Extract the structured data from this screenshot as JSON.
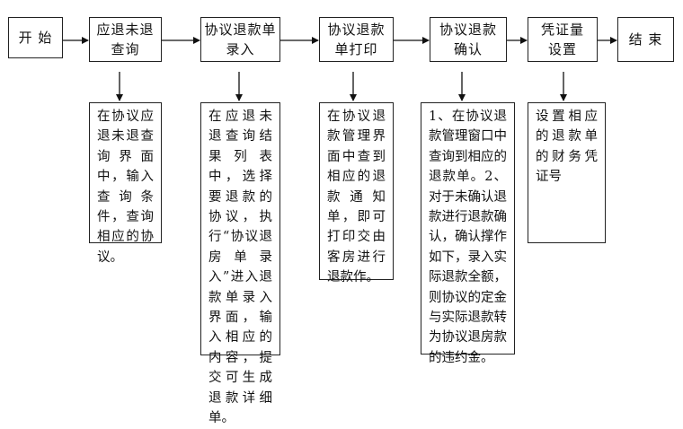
{
  "steps": [
    {
      "id": "start",
      "label": "开 始"
    },
    {
      "id": "query",
      "label": "应退未退\n查询"
    },
    {
      "id": "entry",
      "label": "协议退款单\n录入"
    },
    {
      "id": "print",
      "label": "协议退款\n单打印"
    },
    {
      "id": "confirm",
      "label": "协议退款\n确认"
    },
    {
      "id": "voucher",
      "label": "凭证量\n设置"
    },
    {
      "id": "end",
      "label": "结 束"
    }
  ],
  "details": {
    "query": "在协议应退未退查询界面中，输入查询条件，查询相应的协议。",
    "entry": "在应退未退查询结果列表中，选择要退款的协议，执行“协议退房单录入”进入退款单录入界面，输入相应的内容，提交可生成退款详细单。",
    "print": "在协议退款管理界面中查到相应的退款通知单，即可打印交由客房进行退款作。",
    "confirm": "1、在协议退款管理窗口中查询到相应的退款单。2、对于未确认退款进行退款确认，确认撑作如下，录入实际退款全额，则协议的定金与实际退款转为协议退房款的违约金。",
    "voucher": "设置相应的退款单的财务凭证号"
  }
}
